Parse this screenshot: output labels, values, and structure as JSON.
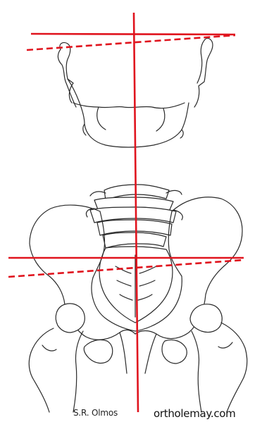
{
  "credits": {
    "author": "S.R. Olmos",
    "website": "ortholemay.com"
  },
  "colors": {
    "reference_line": "#e0141e",
    "outline": "#2a2a2a",
    "background": "#ffffff"
  },
  "elements": {
    "mandible": "mandible outline",
    "pelvis": "pelvis outline",
    "spine": "lumbar vertebrae outline",
    "femurs": "femoral heads outline"
  }
}
